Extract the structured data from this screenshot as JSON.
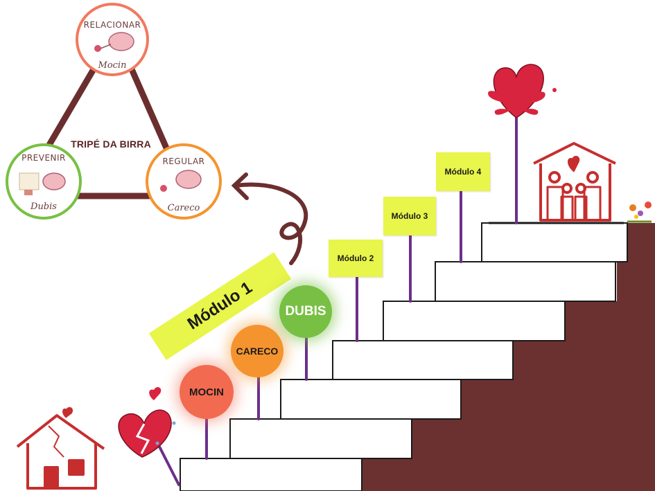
{
  "triangle": {
    "center_label": "TRIPÉ DA BIRRA",
    "nodes": {
      "top": {
        "title": "RELACIONAR",
        "name": "Mocin",
        "color": "#f07a5f"
      },
      "left": {
        "title": "PREVENIR",
        "name": "Dubis",
        "color": "#78c044"
      },
      "right": {
        "title": "REGULAR",
        "name": "Careco",
        "color": "#f5942f"
      }
    },
    "edge_color": "#6b2e2e"
  },
  "module1": {
    "label": "Módulo 1"
  },
  "balls": {
    "mocin": "MOCIN",
    "careco": "CARECO",
    "dubis": "DUBIS"
  },
  "modules": {
    "m2": "Módulo 2",
    "m3": "Módulo 3",
    "m4": "Módulo 4"
  },
  "colors": {
    "wall": "#6b3131",
    "pole": "#6b2f8a",
    "sticky": "#e8f54a",
    "heart": "#d9243f",
    "house": "#c62e2e"
  },
  "icons": [
    "broken-heart-icon",
    "broken-house-icon",
    "heart-icon",
    "family-house-icon",
    "flowers-icon",
    "brain-character-icon"
  ]
}
